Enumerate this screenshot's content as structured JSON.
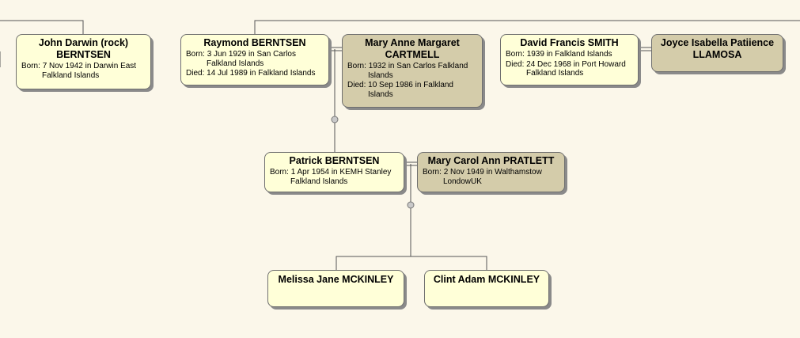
{
  "people": {
    "john": {
      "name_line1": "John Darwin (rock)",
      "name_line2": "BERNTSEN",
      "born_label": "Born:",
      "born_value": "7 Nov 1942 in Darwin East",
      "born_cont": "Falkland Islands"
    },
    "raymond": {
      "name_line1": "Raymond  BERNTSEN",
      "born_label": "Born:",
      "born_value": "3 Jun 1929 in San Carlos",
      "born_cont": "Falkland Islands",
      "died_label": "Died:",
      "died_value": "14 Jul 1989 in Falkland Islands"
    },
    "mary_anne": {
      "name_line1": "Mary Anne Margaret",
      "name_line2": "CARTMELL",
      "born_label": "Born:",
      "born_value": "1932 in San Carlos Falkland",
      "born_cont": "Islands",
      "died_label": "Died:",
      "died_value": "10 Sep 1986 in Falkland",
      "died_cont": "Islands"
    },
    "david": {
      "name_line1": "David Francis  SMITH",
      "born_label": "Born:",
      "born_value": "1939 in Falkland Islands",
      "died_label": "Died:",
      "died_value": "24 Dec 1968 in Port Howard",
      "died_cont": "Falkland Islands"
    },
    "joyce": {
      "name_line1": "Joyce Isabella Patiience",
      "name_line2": "LLAMOSA"
    },
    "patrick": {
      "name_line1": "Patrick  BERNTSEN",
      "born_label": "Born:",
      "born_value": "1 Apr 1954 in KEMH Stanley",
      "born_cont": "Falkland Islands"
    },
    "mary_carol": {
      "name_line1": "Mary Carol Ann PRATLETT",
      "born_label": "Born:",
      "born_value": "2 Nov 1949 in Walthamstow",
      "born_cont": "LondowUK"
    },
    "melissa": {
      "name_line1": "Melissa Jane  MCKINLEY"
    },
    "clint": {
      "name_line1": "Clint Adam  MCKINLEY"
    }
  },
  "colors": {
    "background": "#fbf7ea",
    "card": "#ffffd8",
    "spouse_card": "#d4ccaa",
    "line": "#555555"
  }
}
